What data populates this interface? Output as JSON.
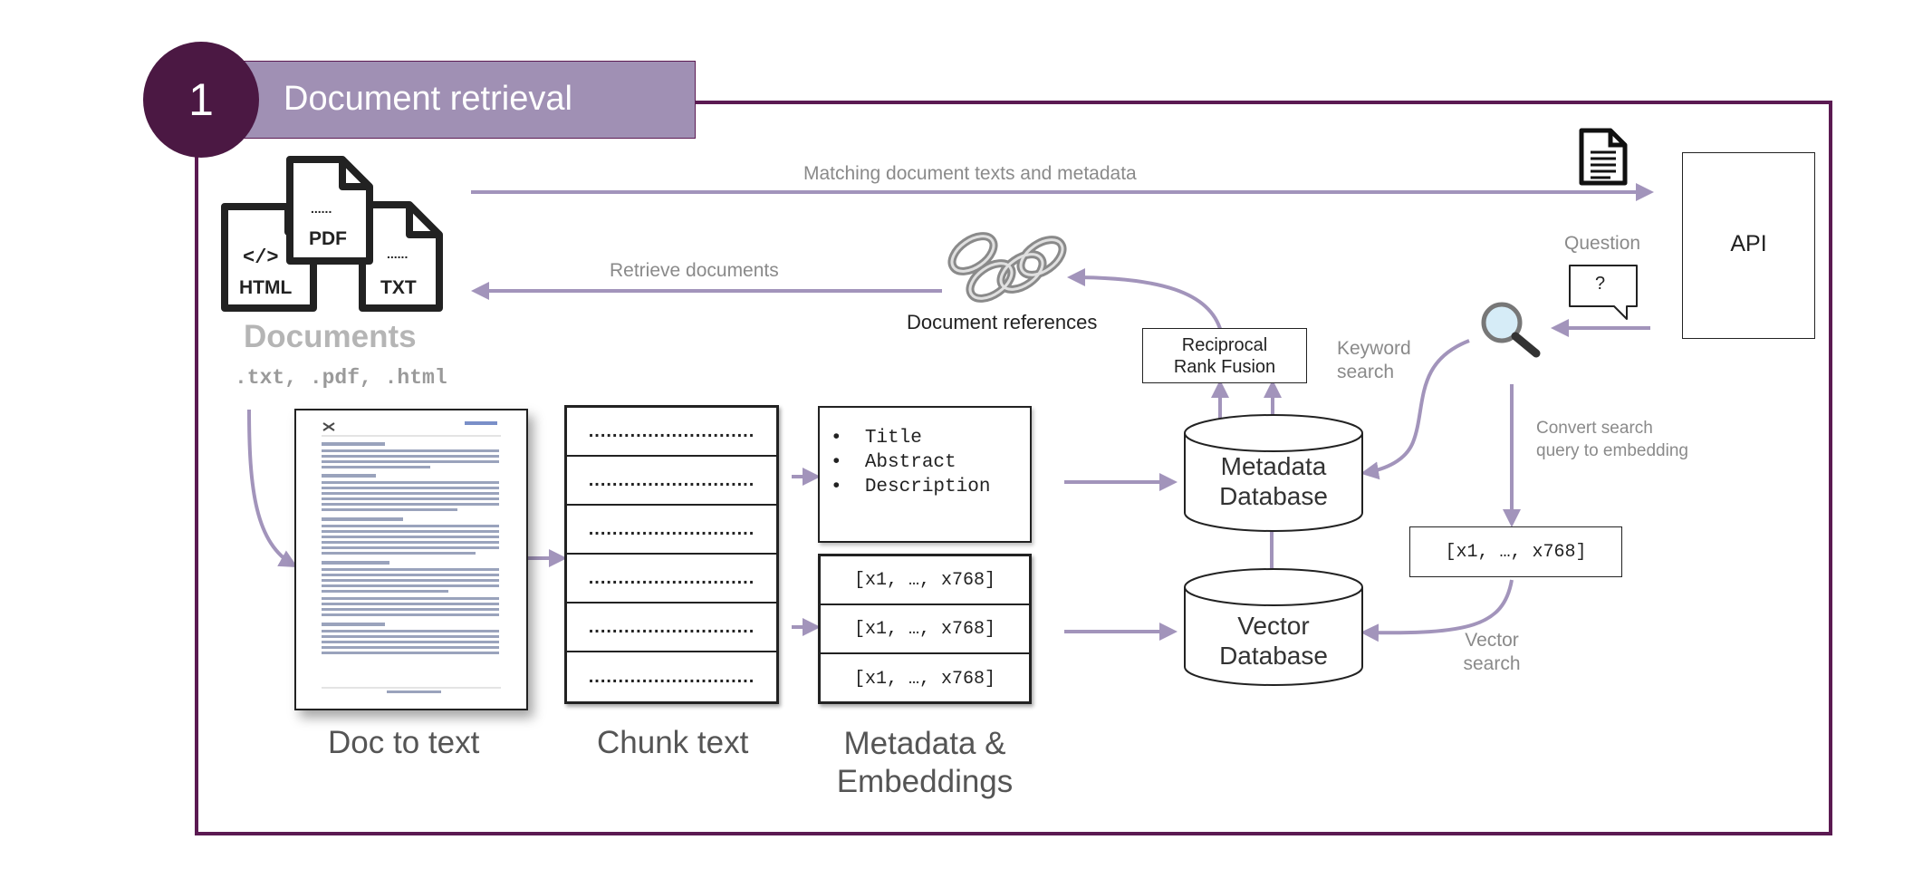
{
  "header": {
    "step_number": "1",
    "title": "Document retrieval"
  },
  "documents": {
    "icons": [
      {
        "label": "HTML",
        "glyph": "</>"
      },
      {
        "label": "PDF",
        "glyph": "......"
      },
      {
        "label": "TXT",
        "glyph": "......"
      }
    ],
    "title": "Documents",
    "extensions": ".txt, .pdf, .html"
  },
  "edges": {
    "matching": "Matching document texts and metadata",
    "retrieve": "Retrieve documents",
    "question": "Question",
    "keyword_search": [
      "Keyword",
      "search"
    ],
    "convert_query": [
      "Convert search",
      "query to embedding"
    ],
    "vector_search": [
      "Vector",
      "search"
    ]
  },
  "nodes": {
    "api": "API",
    "question_bubble": "?",
    "document_references": "Document references",
    "rank_fusion": [
      "Reciprocal",
      "Rank Fusion"
    ],
    "metadata_db": [
      "Metadata",
      "Database"
    ],
    "vector_db": [
      "Vector",
      "Database"
    ],
    "query_vector": "[x1, …, x768]"
  },
  "stages": {
    "doc_to_text": "Doc to text",
    "chunk_text": "Chunk text",
    "metadata_embeddings": [
      "Metadata &",
      "Embeddings"
    ]
  },
  "chunks": {
    "dots": [
      "............................",
      "............................",
      "............................",
      "............................",
      "............................",
      "............................"
    ]
  },
  "metadata_fields": [
    "Title",
    "Abstract",
    "Description"
  ],
  "embeddings": [
    "[x1, …, x768]",
    "[x1, …, x768]",
    "[x1, …, x768]"
  ],
  "colors": {
    "frame": "#5b1a52",
    "badge": "#4b1843",
    "banner": "#a090b4",
    "arrow": "#a294bb",
    "label": "#8a8a8a",
    "doc_label": "#b5b5b5"
  }
}
